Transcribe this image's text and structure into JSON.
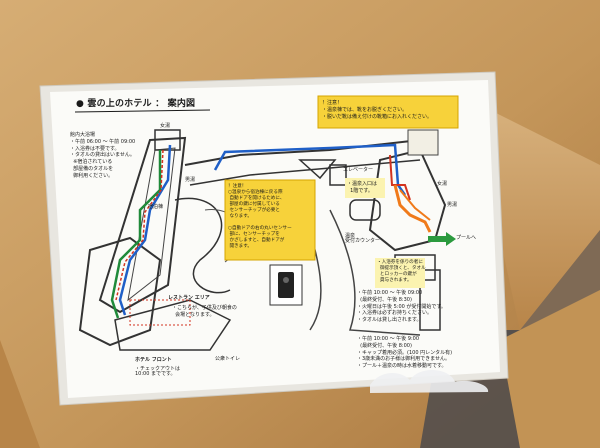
{
  "sign": {
    "title": "● 雲の上のホテル ： 案内図",
    "labels": {
      "women_bath": "女湯",
      "men_bath_left": "男湯",
      "women_bath_right": "女湯",
      "men_bath_right": "男湯",
      "lodging_building": "宿泊棟",
      "elevator": "エレベーター",
      "restaurant_area": "レストラン エリア",
      "hotel_front": "ホテル フロント",
      "public_toilet": "公衆トイレ",
      "onsen_reception": "温泉\n受付カウンター",
      "pool_arrow": "プールへ",
      "checkout": "・チェックアウトは\n10:00 までです。"
    },
    "notes": {
      "left_box": "館内大浴場\n・午前 06:00 ～ 午前 09:00\n・入浴券は不要です。\n・タオルの貸出はいません。\n  ※宿泊されている\n  部屋備のタオルを\n  御利用ください。",
      "restaurant_sub": "・こちらが、子供及び朝食の\n  会場となります。",
      "caution_top": "！注意！\n・温泉棟では、靴をお脱ぎください。\n・脱いだ靴は備え付けの靴箱にお入れください。",
      "caution_mid": "！注意！\n○温泉から宿泊棟に戻る際\n 自動ドアを開けるために、\n 部屋の鍵に付属している\n センサーチップが必要と\n なります。\n\n○自動ドアの右の丸いセンサー\n 部に、センサーチップを\n かざしますと、自動ドアが\n 開きます。",
      "elevator_note": "・温泉入口は\n  1階です。",
      "reception_note": "・入浴券を係りの者に\n  御提示頂くと、タオル\n  とロッカーの鍵が\n  貸与されます。",
      "hours_1": "・午前 10:00 ～ 午後 09:00\n  (最終受付、午後 8:30)\n・火曜日は午後 5:00 が受付開始です。\n・入浴券は必ずお持ちください。\n・タオルは貸し出されます。",
      "hours_2": "・午前 10:00 ～ 午後 9:00\n  (最終受付、午後 8:00)\n・キャップ着用必須。(100 円レンタル有)\n・3歳未満のお子様は御利用できません。\n・プール＋温泉の時は水着移動可です。"
    }
  }
}
